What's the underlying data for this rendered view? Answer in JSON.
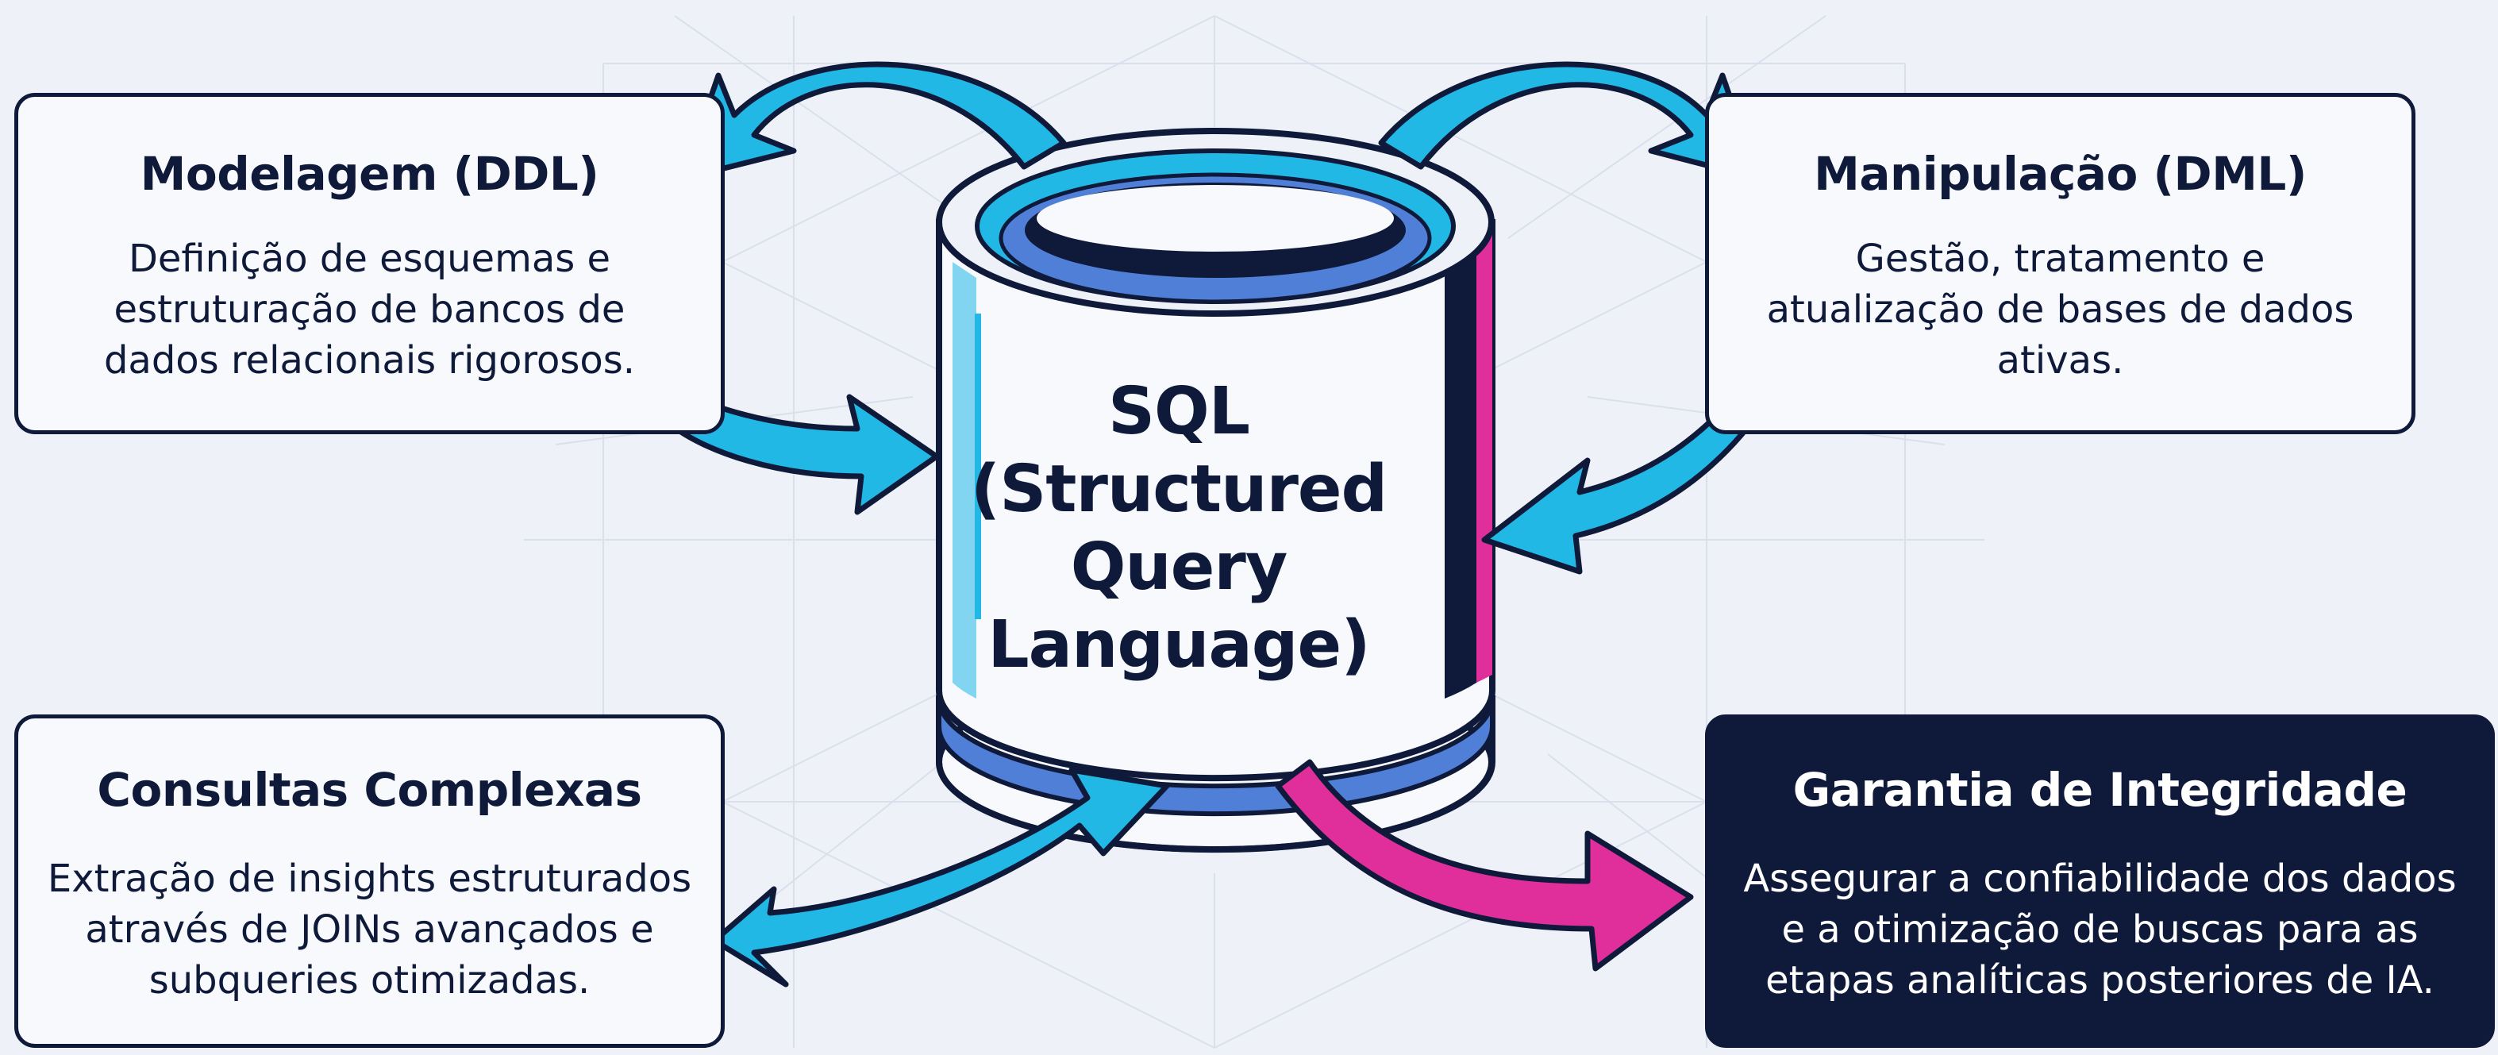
{
  "center": {
    "lines": [
      "SQL",
      "(Structured",
      "Query",
      "Language)"
    ]
  },
  "boxes": {
    "ddl": {
      "title": "Modelagem (DDL)",
      "lines": [
        "Definição de esquemas e",
        "estruturação de bancos de",
        "dados relacionais rigorosos."
      ]
    },
    "dml": {
      "title": "Manipulação (DML)",
      "lines": [
        "Gestão, tratamento e",
        "atualização de bases de dados",
        "ativas."
      ]
    },
    "queries": {
      "title": "Consultas Complexas",
      "lines": [
        "Extração de insights estruturados",
        "através de JOINs avançados e",
        "subqueries otimizadas."
      ]
    },
    "integrity": {
      "title": "Garantia de Integridade",
      "lines": [
        "Assegurar a confiabilidade dos dados",
        "e a otimização de buscas para as",
        "etapas analíticas posteriores de IA."
      ]
    }
  },
  "colors": {
    "ink": "#0f1a3a",
    "cyan": "#22b8e6",
    "magenta": "#e02f9a",
    "blue": "#4f7fd6",
    "background": "#eef2f8"
  }
}
